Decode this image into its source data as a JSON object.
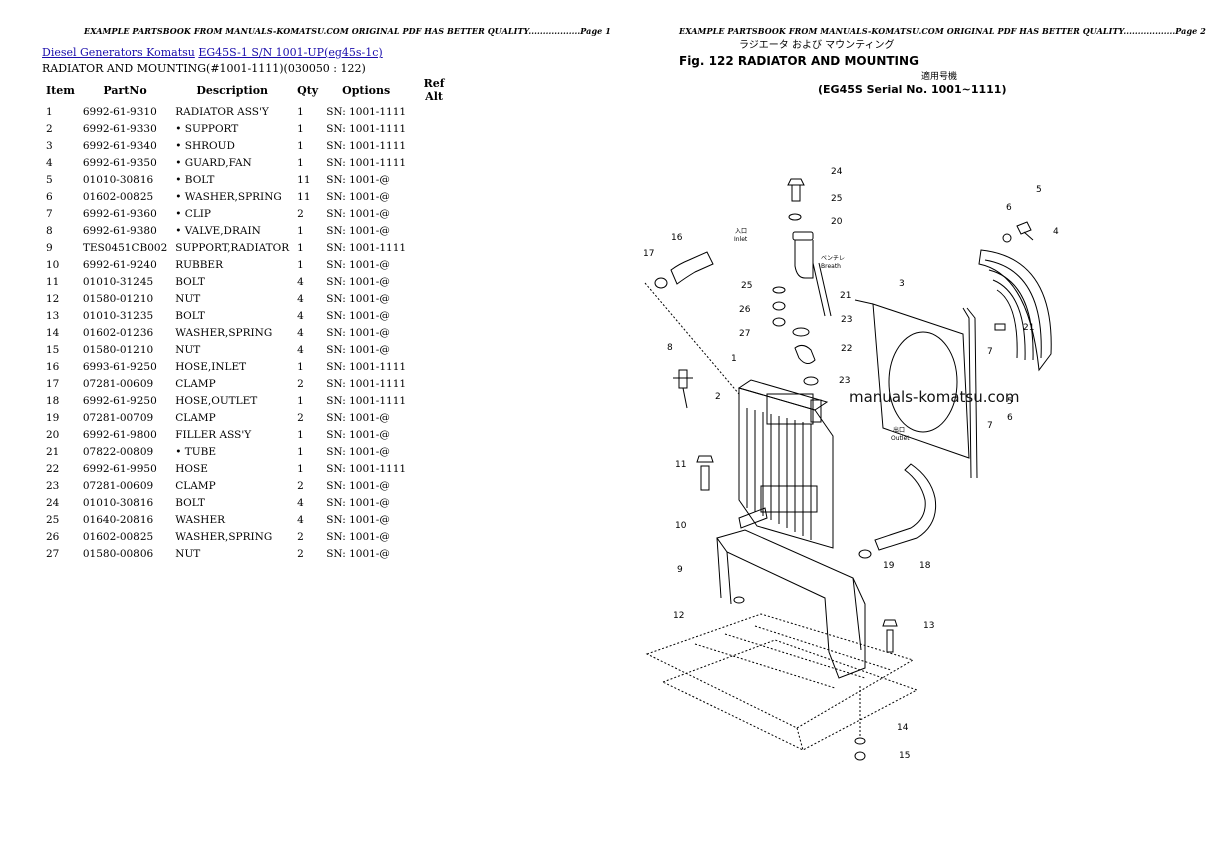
{
  "header": {
    "page1": "EXAMPLE PARTSBOOK FROM MANUALS-KOMATSU.COM ORIGINAL PDF HAS BETTER QUALITY..................Page 1",
    "page2": "EXAMPLE PARTSBOOK FROM MANUALS-KOMATSU.COM ORIGINAL PDF HAS BETTER QUALITY..................Page 2"
  },
  "breadcrumb": {
    "part1": "Diesel Generators Komatsu",
    "part2": "EG45S-1 S/N 1001-UP(eg45s-1c)"
  },
  "subtitle": "RADIATOR AND MOUNTING(#1001-1111)(030050 : 122)",
  "table": {
    "headers": [
      "Item",
      "PartNo",
      "Description",
      "Qty",
      "Options",
      "Ref Alt"
    ],
    "rows": [
      [
        "1",
        "6992-61-9310",
        "RADIATOR ASS'Y",
        "1",
        "SN: 1001-1111",
        ""
      ],
      [
        "2",
        "6992-61-9330",
        "• SUPPORT",
        "1",
        "SN: 1001-1111",
        ""
      ],
      [
        "3",
        "6992-61-9340",
        "• SHROUD",
        "1",
        "SN: 1001-1111",
        ""
      ],
      [
        "4",
        "6992-61-9350",
        "• GUARD,FAN",
        "1",
        "SN: 1001-1111",
        ""
      ],
      [
        "5",
        "01010-30816",
        "• BOLT",
        "11",
        "SN: 1001-@",
        ""
      ],
      [
        "6",
        "01602-00825",
        "• WASHER,SPRING",
        "11",
        "SN: 1001-@",
        ""
      ],
      [
        "7",
        "6992-61-9360",
        "• CLIP",
        "2",
        "SN: 1001-@",
        ""
      ],
      [
        "8",
        "6992-61-9380",
        "• VALVE,DRAIN",
        "1",
        "SN: 1001-@",
        ""
      ],
      [
        "9",
        "TES0451CB002",
        "SUPPORT,RADIATOR",
        "1",
        "SN: 1001-1111",
        ""
      ],
      [
        "10",
        "6992-61-9240",
        "RUBBER",
        "1",
        "SN: 1001-@",
        ""
      ],
      [
        "11",
        "01010-31245",
        "BOLT",
        "4",
        "SN: 1001-@",
        ""
      ],
      [
        "12",
        "01580-01210",
        "NUT",
        "4",
        "SN: 1001-@",
        ""
      ],
      [
        "13",
        "01010-31235",
        "BOLT",
        "4",
        "SN: 1001-@",
        ""
      ],
      [
        "14",
        "01602-01236",
        "WASHER,SPRING",
        "4",
        "SN: 1001-@",
        ""
      ],
      [
        "15",
        "01580-01210",
        "NUT",
        "4",
        "SN: 1001-@",
        ""
      ],
      [
        "16",
        "6993-61-9250",
        "HOSE,INLET",
        "1",
        "SN: 1001-1111",
        ""
      ],
      [
        "17",
        "07281-00609",
        "CLAMP",
        "2",
        "SN: 1001-1111",
        ""
      ],
      [
        "18",
        "6992-61-9250",
        "HOSE,OUTLET",
        "1",
        "SN: 1001-1111",
        ""
      ],
      [
        "19",
        "07281-00709",
        "CLAMP",
        "2",
        "SN: 1001-@",
        ""
      ],
      [
        "20",
        "6992-61-9800",
        "FILLER ASS'Y",
        "1",
        "SN: 1001-@",
        ""
      ],
      [
        "21",
        "07822-00809",
        "• TUBE",
        "1",
        "SN: 1001-@",
        ""
      ],
      [
        "22",
        "6992-61-9950",
        "HOSE",
        "1",
        "SN: 1001-1111",
        ""
      ],
      [
        "23",
        "07281-00609",
        "CLAMP",
        "2",
        "SN: 1001-@",
        ""
      ],
      [
        "24",
        "01010-30816",
        "BOLT",
        "4",
        "SN: 1001-@",
        ""
      ],
      [
        "25",
        "01640-20816",
        "WASHER",
        "4",
        "SN: 1001-@",
        ""
      ],
      [
        "26",
        "01602-00825",
        "WASHER,SPRING",
        "2",
        "SN: 1001-@",
        ""
      ],
      [
        "27",
        "01580-00806",
        "NUT",
        "2",
        "SN: 1001-@",
        ""
      ]
    ]
  },
  "figure": {
    "jp_title": "ラジエータ および マウンティング",
    "title": "Fig. 122  RADIATOR AND MOUNTING",
    "jp_serial": "適用号機",
    "serial": "(EG45S Serial No. 1001~1111)",
    "inlet_jp": "入口",
    "inlet": "Inlet",
    "outlet_jp": "出口",
    "outlet": "Outlet",
    "breather_jp": "ベンチレ",
    "breather": "Breath",
    "callouts": [
      "24",
      "25",
      "20",
      "5",
      "6",
      "4",
      "16",
      "17",
      "3",
      "25",
      "21",
      "26",
      "23",
      "27",
      "22",
      "21",
      "7",
      "8",
      "1",
      "23",
      "2",
      "7",
      "6",
      "5",
      "Outlet",
      "11",
      "10",
      "18",
      "19",
      "9",
      "12",
      "13",
      "14",
      "15"
    ]
  },
  "watermark": "manuals-komatsu.com"
}
